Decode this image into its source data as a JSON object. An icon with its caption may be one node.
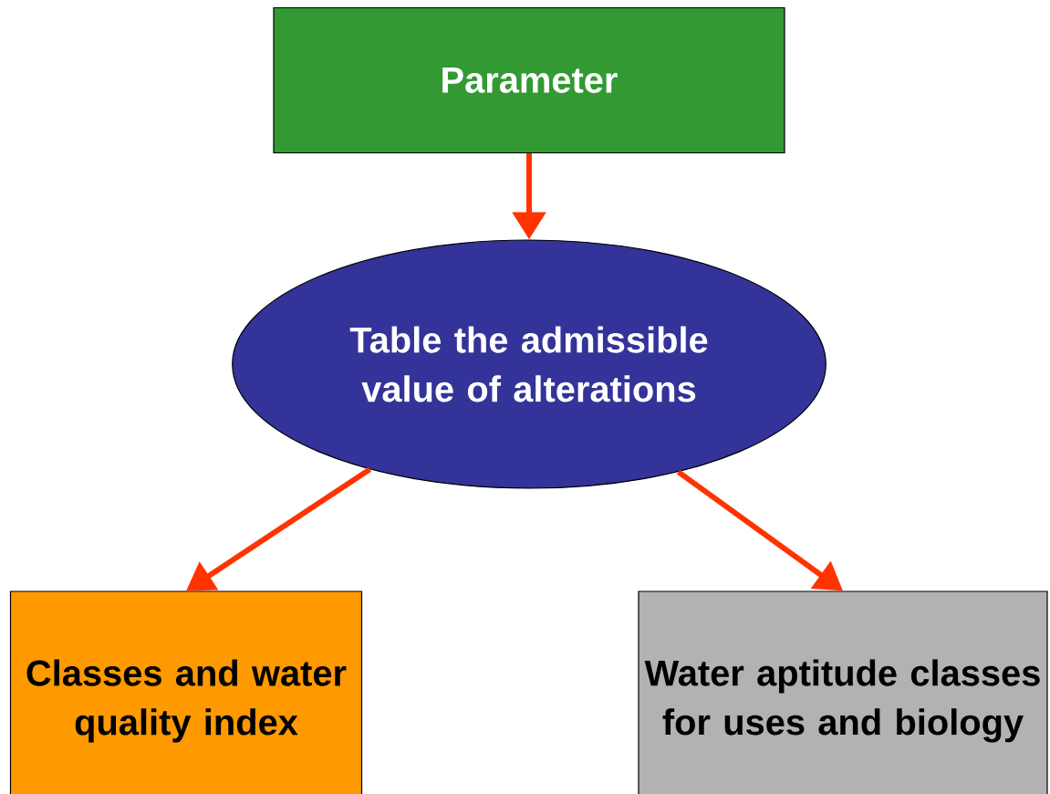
{
  "diagram": {
    "nodes": [
      {
        "text": [
          "Parameter"
        ]
      },
      {
        "text": [
          "Table the admissible value of alterations"
        ]
      },
      {
        "text": [
          "Classes and water quality index"
        ]
      },
      {
        "text": [
          "Water aptitude classes for uses and biology"
        ]
      }
    ],
    "edges": [
      {
        "from": 0,
        "to": 1,
        "arrow": "to"
      },
      {
        "from": 1,
        "to": 2,
        "arrow": "to"
      },
      {
        "from": 1,
        "to": 3,
        "arrow": "to"
      }
    ]
  }
}
